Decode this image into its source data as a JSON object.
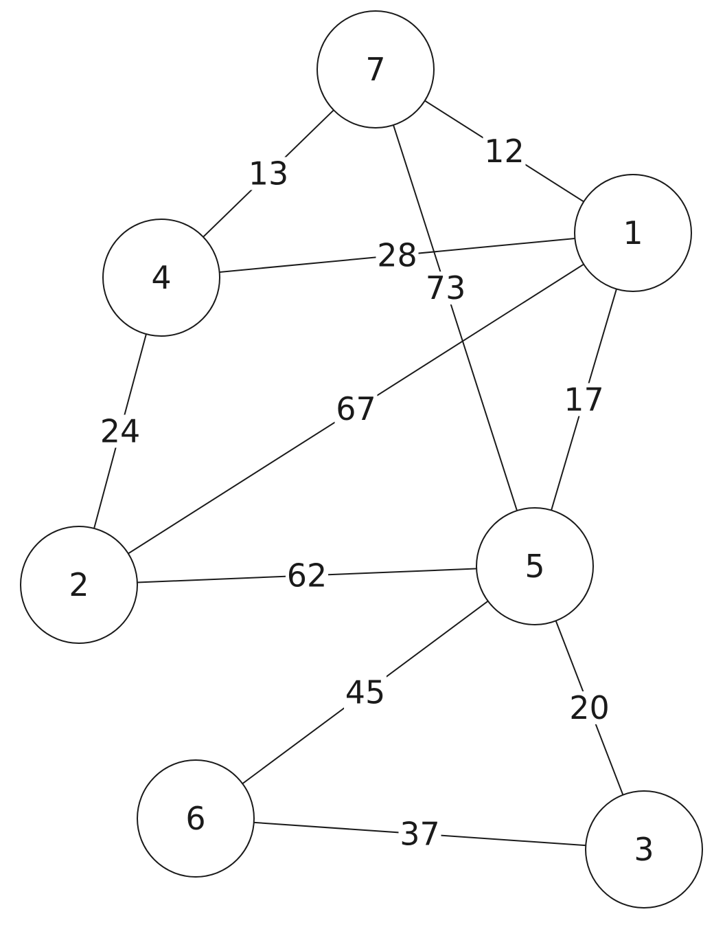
{
  "graph": {
    "nodes": [
      {
        "id": "7",
        "label": "7"
      },
      {
        "id": "1",
        "label": "1"
      },
      {
        "id": "4",
        "label": "4"
      },
      {
        "id": "2",
        "label": "2"
      },
      {
        "id": "5",
        "label": "5"
      },
      {
        "id": "6",
        "label": "6"
      },
      {
        "id": "3",
        "label": "3"
      }
    ],
    "edges": [
      {
        "from": "7",
        "to": "4",
        "weight": "13"
      },
      {
        "from": "7",
        "to": "1",
        "weight": "12"
      },
      {
        "from": "7",
        "to": "5",
        "weight": "73"
      },
      {
        "from": "4",
        "to": "1",
        "weight": "28"
      },
      {
        "from": "4",
        "to": "2",
        "weight": "24"
      },
      {
        "from": "1",
        "to": "2",
        "weight": "67"
      },
      {
        "from": "1",
        "to": "5",
        "weight": "17"
      },
      {
        "from": "2",
        "to": "5",
        "weight": "62"
      },
      {
        "from": "5",
        "to": "6",
        "weight": "45"
      },
      {
        "from": "5",
        "to": "3",
        "weight": "20"
      },
      {
        "from": "6",
        "to": "3",
        "weight": "37"
      }
    ],
    "colors": {
      "stroke": "#1a1a1a",
      "node_fill": "#ffffff",
      "background": "#ffffff"
    }
  }
}
